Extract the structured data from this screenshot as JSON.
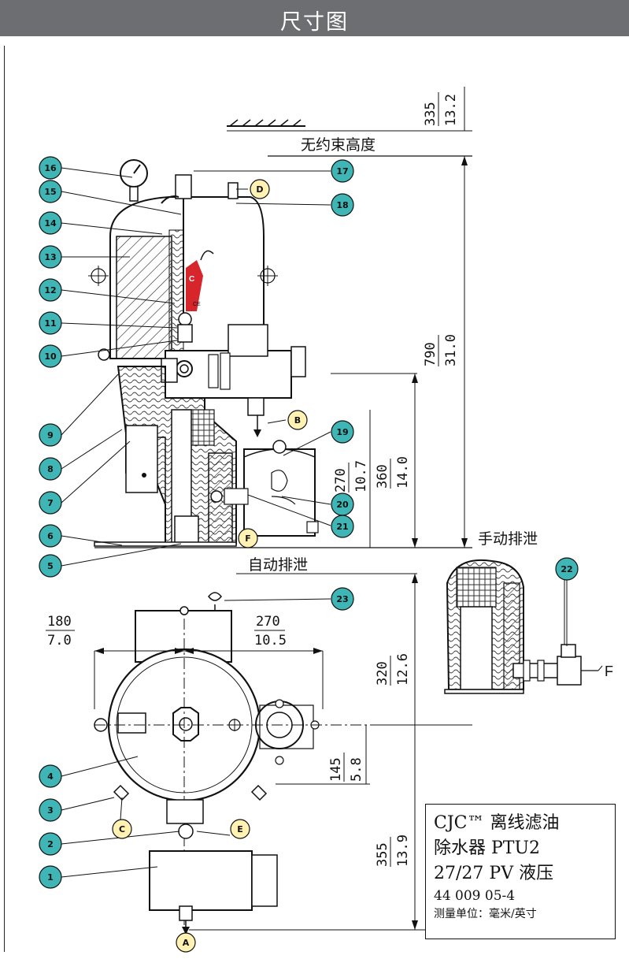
{
  "title": "尺寸图",
  "labels": {
    "unconstrained_height": "无约束高度",
    "auto_drain": "自动排泄",
    "manual_drain": "手动排泄",
    "f_port": "F"
  },
  "dimensions": {
    "d335": "335",
    "d13_2": "13.2",
    "d790": "790",
    "d31_0": "31.0",
    "d360": "360",
    "d14_0": "14.0",
    "d270v": "270",
    "d10_7": "10.7",
    "d180": "180",
    "d7_0": "7.0",
    "d270h": "270",
    "d10_5": "10.5",
    "d320": "320",
    "d12_6": "12.6",
    "d145": "145",
    "d5_8": "5.8",
    "d355": "355",
    "d13_9": "13.9"
  },
  "callouts": {
    "c1": "1",
    "c2": "2",
    "c3": "3",
    "c4": "4",
    "c5": "5",
    "c6": "6",
    "c7": "7",
    "c8": "8",
    "c9": "9",
    "c10": "10",
    "c11": "11",
    "c12": "12",
    "c13": "13",
    "c14": "14",
    "c15": "15",
    "c16": "16",
    "c17": "17",
    "c18": "18",
    "c19": "19",
    "c20": "20",
    "c21": "21",
    "c22": "22",
    "c23": "23"
  },
  "ports": {
    "A": "A",
    "B": "B",
    "C": "C",
    "D": "D",
    "E": "E",
    "F": "F"
  },
  "info_box": {
    "line1": "CJC™ 离线滤油",
    "line2": "除水器 PTU2",
    "line3": "27/27 PV 液压",
    "line4": "44 009 05-4",
    "line5": "测量单位：毫米/英寸"
  },
  "colors": {
    "title_bar": "#6d6e71",
    "callout_teal": "#3fb5b5",
    "port_cream": "#fff2b3",
    "logo_red": "#d6262b"
  }
}
